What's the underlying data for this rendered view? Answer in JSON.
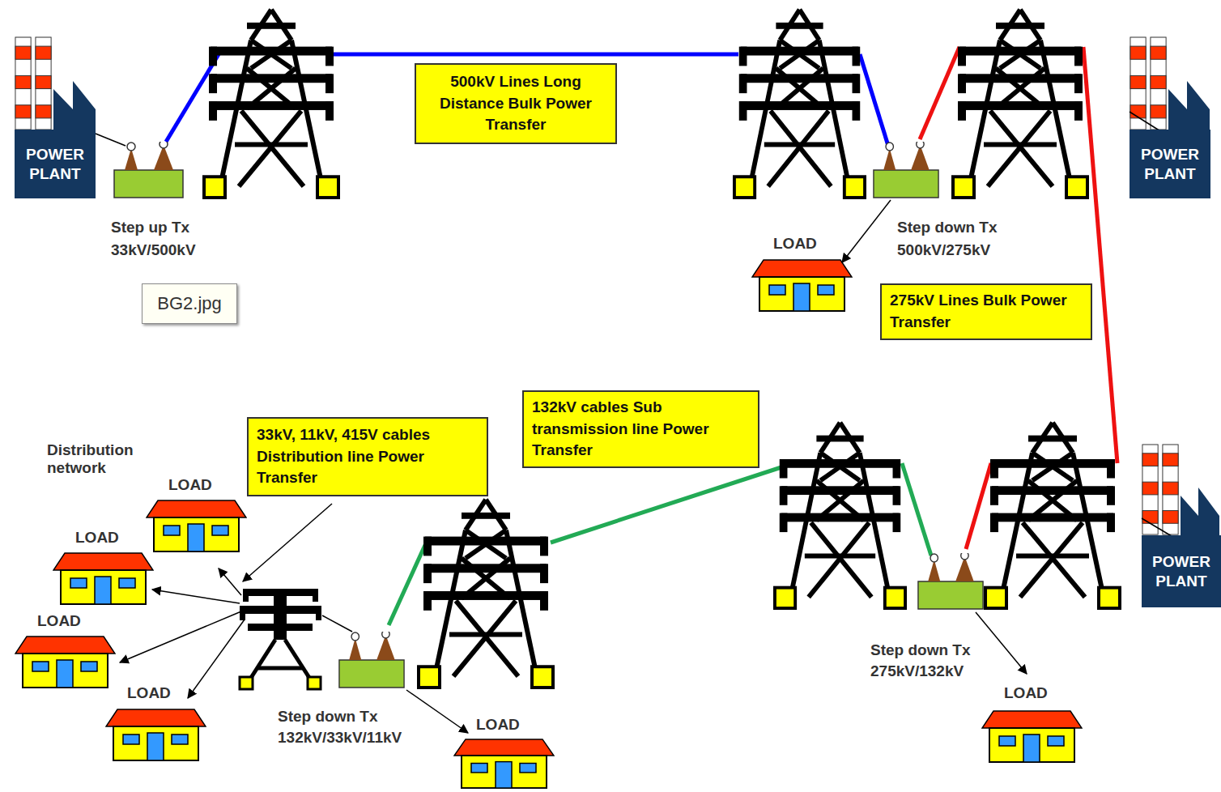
{
  "diagram": {
    "nodes": [
      {
        "text": [
          "POWER PLANT"
        ]
      },
      {
        "text": [
          "500kV Lines Long Distance Bulk Power Transfer"
        ]
      },
      {
        "text": [
          "POWER PLANT"
        ]
      },
      {
        "text": [
          "BG2.jpg"
        ]
      },
      {
        "text": [
          "275kV Lines Bulk Power Transfer"
        ]
      },
      {
        "text": [
          "132kV cables Sub transmission line Power Transfer"
        ]
      },
      {
        "text": [
          "33kV, 11kV, 415V cables Distribution line Power Transfer"
        ]
      },
      {
        "text": [
          "POWER PLANT"
        ]
      }
    ],
    "labels": [
      "Step up Tx",
      "33kV/500kV",
      "Step down Tx",
      "500kV/275kV",
      "LOAD",
      "Distribution network",
      "LOAD",
      "LOAD",
      "LOAD",
      "LOAD",
      "Step down Tx",
      "275kV/132kV",
      "LOAD",
      "Step down Tx",
      "132kV/33kV/11kV",
      "LOAD"
    ]
  }
}
